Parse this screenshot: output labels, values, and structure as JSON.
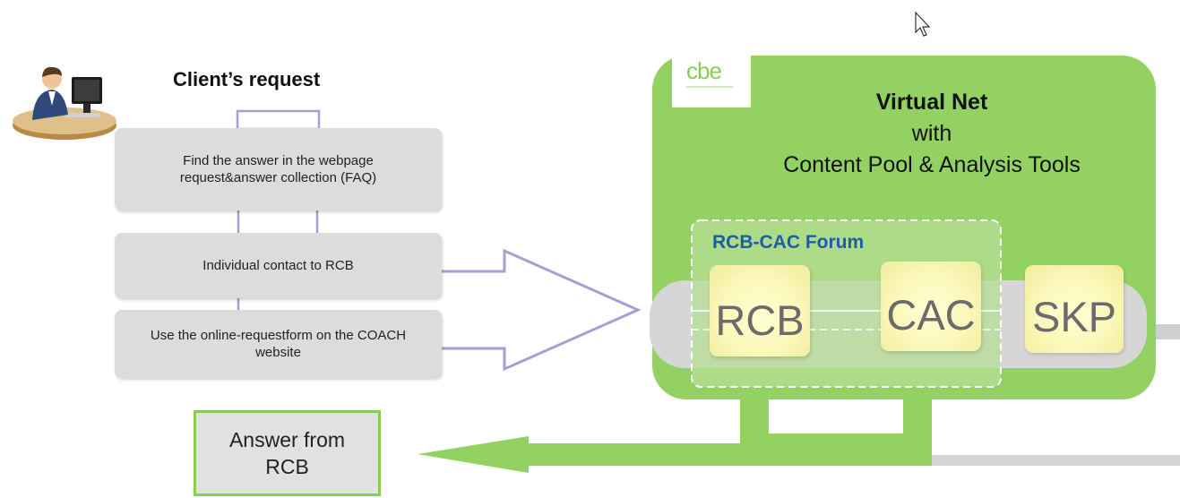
{
  "client": {
    "title": "Client’s request",
    "steps": [
      "Find the answer in the webpage request&answer collection (FAQ)",
      "Individual contact to RCB",
      "Use the online-requestform on the COACH website"
    ]
  },
  "virtual_net": {
    "line1": "Virtual Net",
    "line2": "with",
    "line3": "Content Pool & Analysis Tools",
    "logo": "cbe",
    "forum_label": "RCB-CAC Forum",
    "nodes": [
      "RCB",
      "CAC",
      "SKP"
    ]
  },
  "answer": {
    "label": "Answer from RCB"
  },
  "icons": {
    "client": "person-at-computer-icon",
    "cursor": "mouse-cursor-icon"
  },
  "colors": {
    "green": "#93d262",
    "step_gray": "#dcdcdc",
    "arrow_outline": "#a99dd6",
    "forum_blue": "#1f5ca8"
  }
}
